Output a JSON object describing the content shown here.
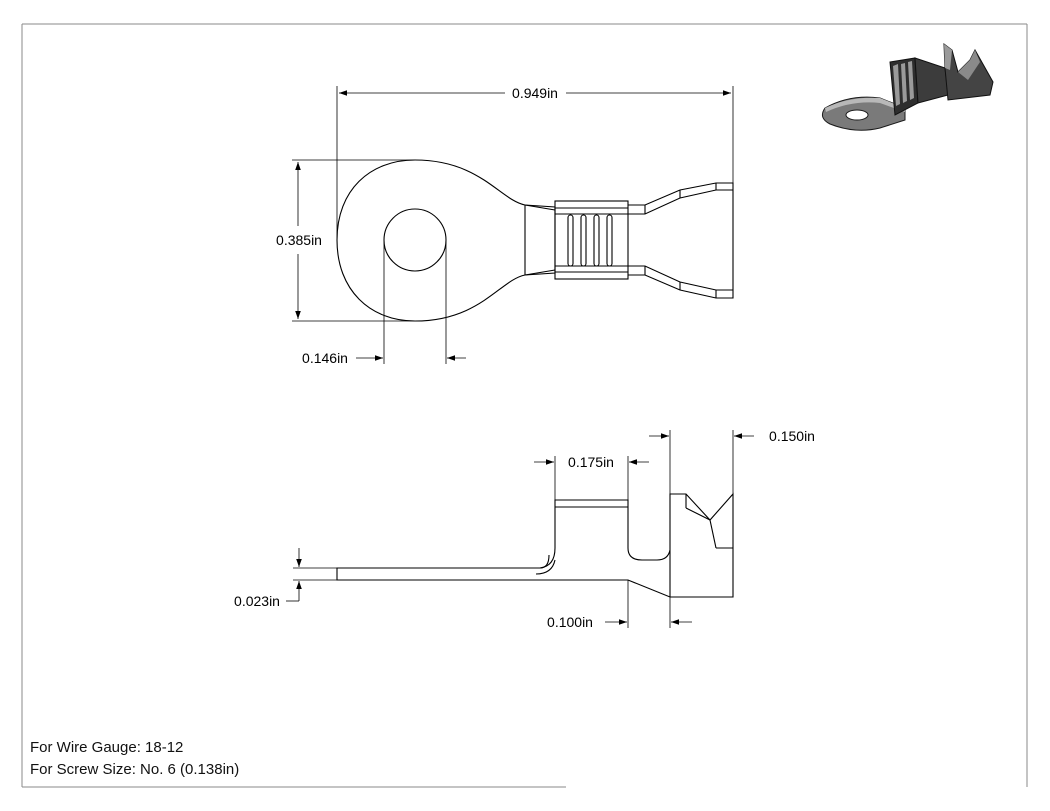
{
  "dimensions": {
    "overall_length": "0.949in",
    "ring_width": "0.385in",
    "hole_diameter": "0.146in",
    "barrel_length": "0.175in",
    "funnel_length": "0.150in",
    "material_thickness": "0.023in",
    "transition_length": "0.100in"
  },
  "notes": {
    "wire_gauge": "For Wire Gauge: 18-12",
    "screw_size": "For Screw Size: No. 6 (0.138in)"
  },
  "colors": {
    "line": "#000000",
    "frame": "#8a8a8a",
    "iso_body": "#3c3c3c"
  }
}
